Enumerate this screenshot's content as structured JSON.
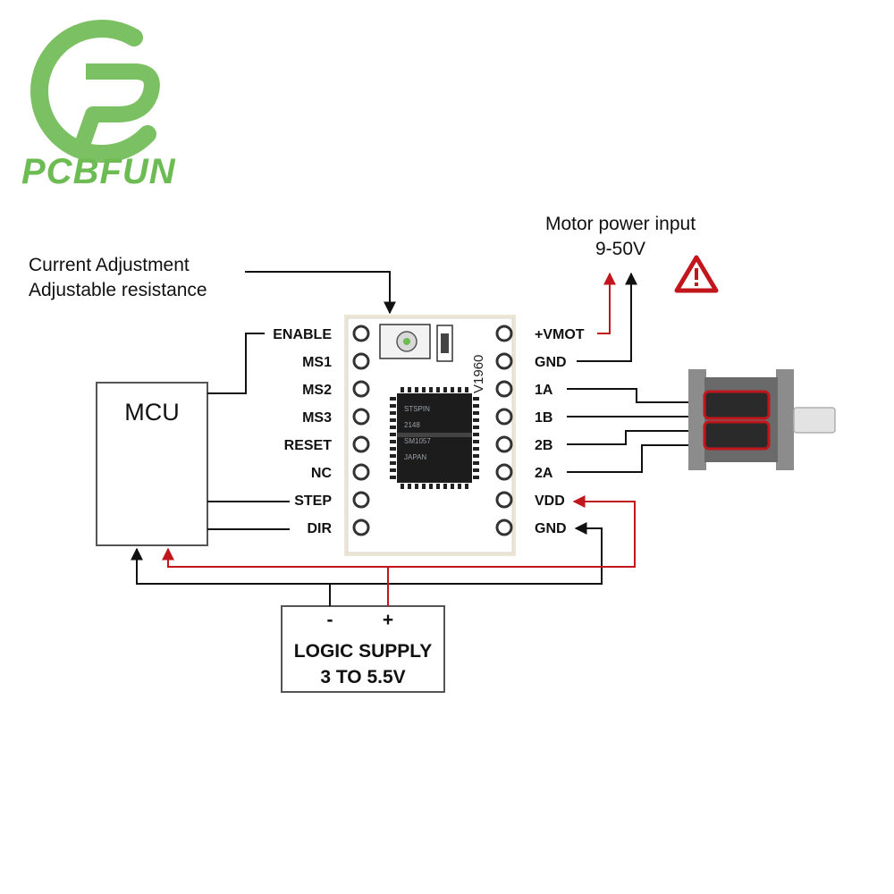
{
  "brand": {
    "logo_text": "PCBFUN",
    "color": "#6dbb53"
  },
  "colors": {
    "wire": "#111111",
    "power_wire": "#c0161c",
    "board": "#ffffff",
    "chip": "#1c1c1c",
    "warning": "#c0161c"
  },
  "labels": {
    "current_adjust_line1": "Current Adjustment",
    "current_adjust_line2": "Adjustable resistance",
    "motor_power_line1": "Motor power input",
    "motor_power_line2": "9-50V",
    "mcu": "MCU",
    "logic_supply_line1": "LOGIC SUPPLY",
    "logic_supply_line2": "3 TO 5.5V",
    "supply_minus": "-",
    "supply_plus": "+",
    "board_marking": "V1960"
  },
  "pins_left": [
    "ENABLE",
    "MS1",
    "MS2",
    "MS3",
    "RESET",
    "NC",
    "STEP",
    "DIR"
  ],
  "pins_right": [
    "+VMOT",
    "GND",
    "1A",
    "1B",
    "2B",
    "2A",
    "VDD",
    "GND"
  ],
  "chip_text": [
    "STSPIN",
    "2148",
    "SM1057",
    "JAPAN"
  ],
  "icons": {
    "warning": "warning-triangle-icon",
    "motor": "stepper-motor-icon",
    "trimmer": "potentiometer-icon"
  }
}
